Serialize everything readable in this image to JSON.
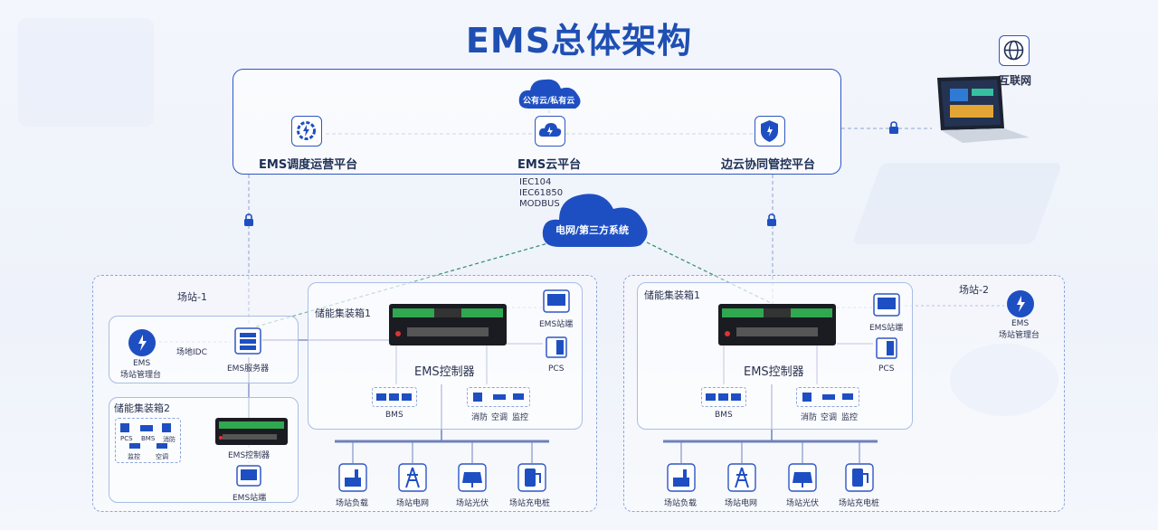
{
  "title": "EMS总体架构",
  "cloud_top_label": "公有云/私有云",
  "platforms": {
    "dispatch": "EMS调度运营平台",
    "cloud": "EMS云平台",
    "edge": "边云协同管控平台"
  },
  "protocols": [
    "IEC104",
    "IEC61850",
    "MODBUS"
  ],
  "grid_cloud_label": "电网/第三方系统",
  "internet_label": "互联网",
  "site1": {
    "label": "场站-1",
    "mgmt_label_1": "EMS",
    "mgmt_label_2": "场站管理台",
    "idc_label": "场地IDC",
    "server_label": "EMS服务器",
    "cabinet2": {
      "label": "储能集装箱2",
      "devices": [
        "PCS",
        "BMS",
        "消防",
        "监控",
        "空调"
      ],
      "controller_label": "EMS控制器",
      "terminal_label": "EMS站端"
    },
    "cabinet1": {
      "label": "储能集装箱1",
      "controller_label": "EMS控制器",
      "terminal_label": "EMS站端",
      "pcs_label": "PCS",
      "bms_label": "BMS",
      "aux_labels": [
        "消防",
        "空调",
        "监控"
      ]
    },
    "loads": [
      "场站负载",
      "场站电网",
      "场站光伏",
      "场站充电桩"
    ]
  },
  "site2": {
    "label": "场站-2",
    "mgmt_label_1": "EMS",
    "mgmt_label_2": "场站管理台",
    "cabinet1": {
      "label": "储能集装箱1",
      "controller_label": "EMS控制器",
      "terminal_label": "EMS站端",
      "pcs_label": "PCS",
      "bms_label": "BMS",
      "aux_labels": [
        "消防",
        "空调",
        "监控"
      ]
    },
    "loads": [
      "场站负载",
      "场站电网",
      "场站光伏",
      "场站充电桩"
    ]
  },
  "colors": {
    "primary": "#1f4fb3",
    "accent": "#2f56c5",
    "green_dash": "#2e8b6e",
    "line": "#1f3f9a"
  }
}
